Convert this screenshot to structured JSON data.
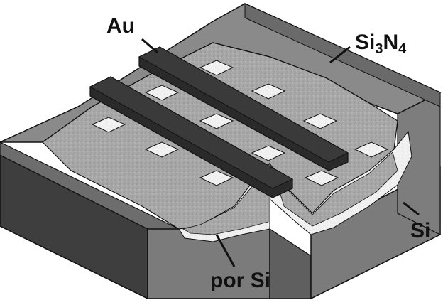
{
  "labels": {
    "au": "Au",
    "si3n4": {
      "base1": "Si",
      "sub1": "3",
      "base2": "N",
      "sub2": "4"
    },
    "si": "Si",
    "por_si": "por Si"
  },
  "colors": {
    "background": "#ffffff",
    "outline": "#111111",
    "au_stripe": "#2a2a2a",
    "si3n4_top": "#8a8a8a",
    "si3n4_side": "#666666",
    "si_body": "#7b7b7b",
    "si_dark": "#3e3e3e",
    "por_si": "#a9a9a9",
    "window": "#f0f0f0"
  }
}
